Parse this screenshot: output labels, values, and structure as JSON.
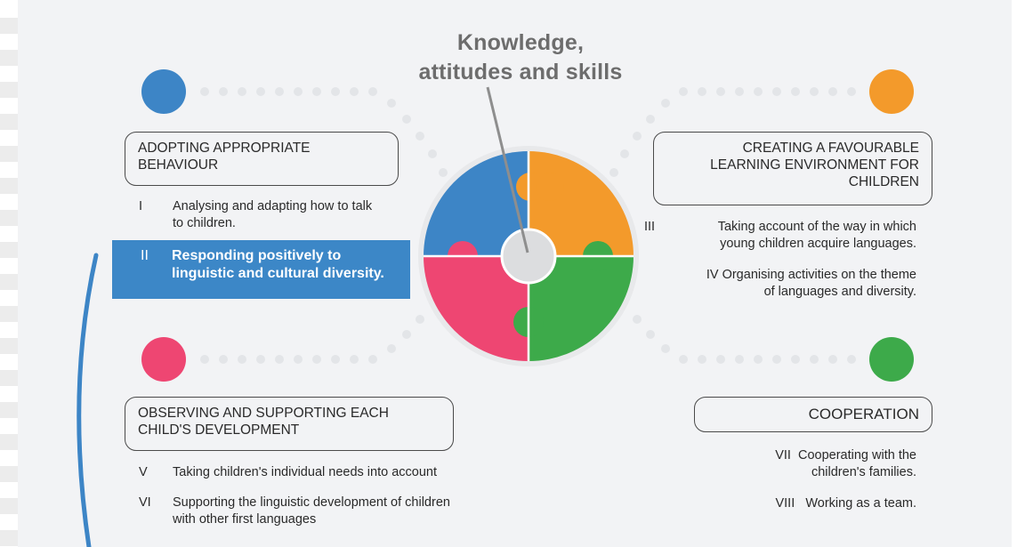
{
  "center": {
    "title_line1": "Knowledge,",
    "title_line2": "attitudes and skills"
  },
  "quadrants": {
    "top_left": {
      "color": "#3d85c6",
      "heading_line1": "ADOPTING APPROPRIATE",
      "heading_line2": "BEHAVIOUR",
      "items": [
        {
          "num": "I",
          "text_line1": "Analysing and adapting how to talk",
          "text_line2": "to children."
        },
        {
          "num": "II",
          "text_line1": "Responding positively to",
          "text_line2": "linguistic and cultural diversity.",
          "highlighted": true
        }
      ]
    },
    "top_right": {
      "color": "#f39a2b",
      "heading_line1": "CREATING A FAVOURABLE",
      "heading_line2": "LEARNING ENVIRONMENT FOR",
      "heading_line3": "CHILDREN",
      "items": [
        {
          "num": "III",
          "text_line1": "Taking account of the way in which",
          "text_line2": "young children acquire languages."
        },
        {
          "num": "IV",
          "text_line1": "Organising activities on the theme",
          "text_line2": "of languages and diversity."
        }
      ]
    },
    "bottom_left": {
      "color": "#ee4672",
      "heading_line1": "OBSERVING AND SUPPORTING EACH",
      "heading_line2": "CHILD'S DEVELOPMENT",
      "items": [
        {
          "num": "V",
          "text_line1": "Taking children's individual needs into account"
        },
        {
          "num": "VI",
          "text_line1": "Supporting the linguistic development of children",
          "text_line2": "with other first languages"
        }
      ]
    },
    "bottom_right": {
      "color": "#3daa4a",
      "heading_line1": "COOPERATION",
      "items": [
        {
          "num": "VII",
          "text_line1": "Cooperating with the",
          "text_line2": "children's families."
        },
        {
          "num": "VIII",
          "text_line1": "Working as a team."
        }
      ]
    }
  },
  "colors": {
    "highlight": "#3c87c7",
    "panel": "#f2f3f5",
    "dots": "#e3e5e8",
    "center_hub": "#dcdddf"
  }
}
